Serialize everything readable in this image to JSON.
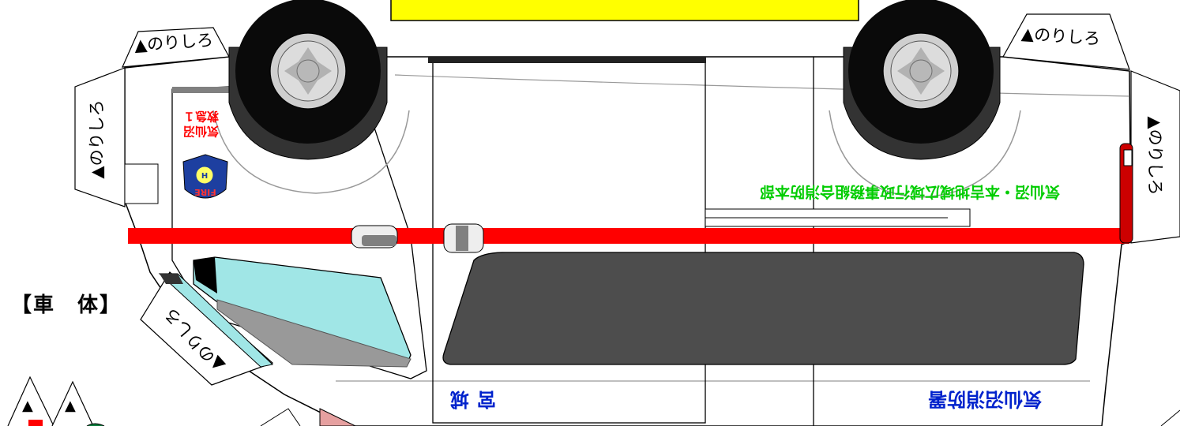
{
  "section_label": "【車　体】",
  "glue_tab": "▲のりしろ",
  "glue_mark": "▲",
  "vehicle_name_lines": "気仙沼\n救急１",
  "emblem_text": "FIRE",
  "organization": "気仙沼・本吉地域広域行政事務組合消防本部",
  "prefecture": "宮城",
  "station": "気仙沼消防署",
  "colors": {
    "stripe": "#ff0000",
    "window_tint": "#a0e6e6",
    "rear_window": "#4d4d4d",
    "top_panel": "#ffff00",
    "green_text": "#00cc00",
    "blue_text": "#0022cc",
    "emblem": "#1d3fa0"
  }
}
